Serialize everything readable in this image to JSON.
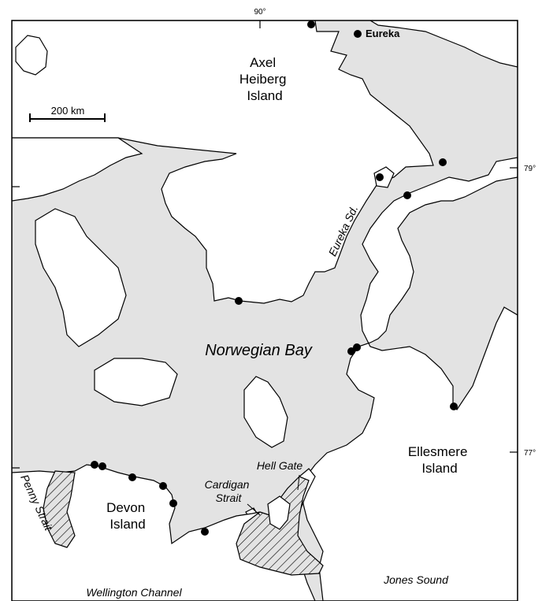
{
  "frame": {
    "top_label": "90°",
    "right_labels": [
      "79°",
      "77°"
    ]
  },
  "scale_bar": {
    "label": "200 km"
  },
  "places": {
    "eureka": "Eureka",
    "axel": [
      "Axel",
      "Heiberg",
      "Island"
    ],
    "eureka_sd": "Eureka Sd.",
    "norwegian_bay": "Norwegian Bay",
    "ellesmere": [
      "Ellesmere",
      "Island"
    ],
    "devon": [
      "Devon",
      "Island"
    ],
    "hell_gate": "Hell Gate",
    "cardigan": [
      "Cardigan",
      "Strait"
    ],
    "penny": "Penny Strait",
    "wellington": "Wellington Channel",
    "jones": "Jones Sound"
  },
  "colors": {
    "water": "#e3e3e3",
    "land": "#ffffff",
    "outline": "#000000",
    "site": "#000000"
  }
}
